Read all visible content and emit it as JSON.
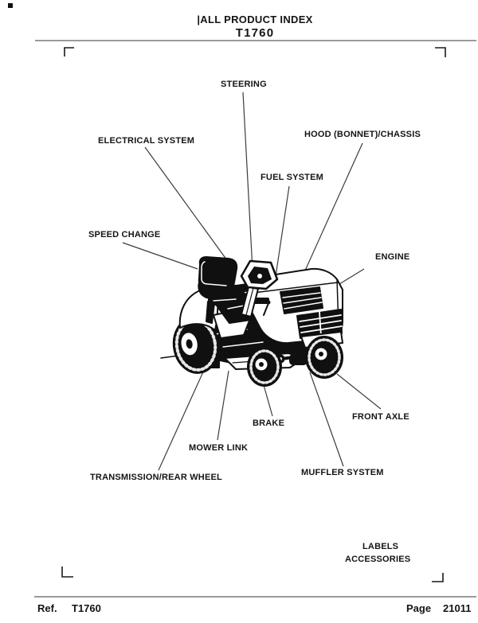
{
  "header": {
    "title": "|ALL PRODUCT INDEX",
    "model": "T1760"
  },
  "diagram": {
    "illustration": "lawn-tractor-line-art",
    "labels": [
      {
        "key": "steering",
        "text": "STEERING"
      },
      {
        "key": "electrical-system",
        "text": "ELECTRICAL SYSTEM"
      },
      {
        "key": "hood-bonnet-chassis",
        "text": "HOOD (BONNET)/CHASSIS"
      },
      {
        "key": "fuel-system",
        "text": "FUEL SYSTEM"
      },
      {
        "key": "speed-change",
        "text": "SPEED CHANGE"
      },
      {
        "key": "engine",
        "text": "ENGINE"
      },
      {
        "key": "front-axle",
        "text": "FRONT AXLE"
      },
      {
        "key": "brake",
        "text": "BRAKE"
      },
      {
        "key": "mower-link",
        "text": "MOWER LINK"
      },
      {
        "key": "transmission-rear-wheel",
        "text": "TRANSMISSION/REAR WHEEL"
      },
      {
        "key": "muffler-system",
        "text": "MUFFLER SYSTEM"
      },
      {
        "key": "labels",
        "text": "LABELS"
      },
      {
        "key": "accessories",
        "text": "ACCESSORIES"
      }
    ]
  },
  "footer": {
    "ref_label": "Ref.",
    "ref_value": "T1760",
    "page_label": "Page",
    "page_value": "21011"
  },
  "colors": {
    "text": "#141414",
    "rule": "#9a9a9a",
    "leader_line": "#3c3c3c",
    "artwork_ink": "#101010",
    "background": "#ffffff"
  }
}
